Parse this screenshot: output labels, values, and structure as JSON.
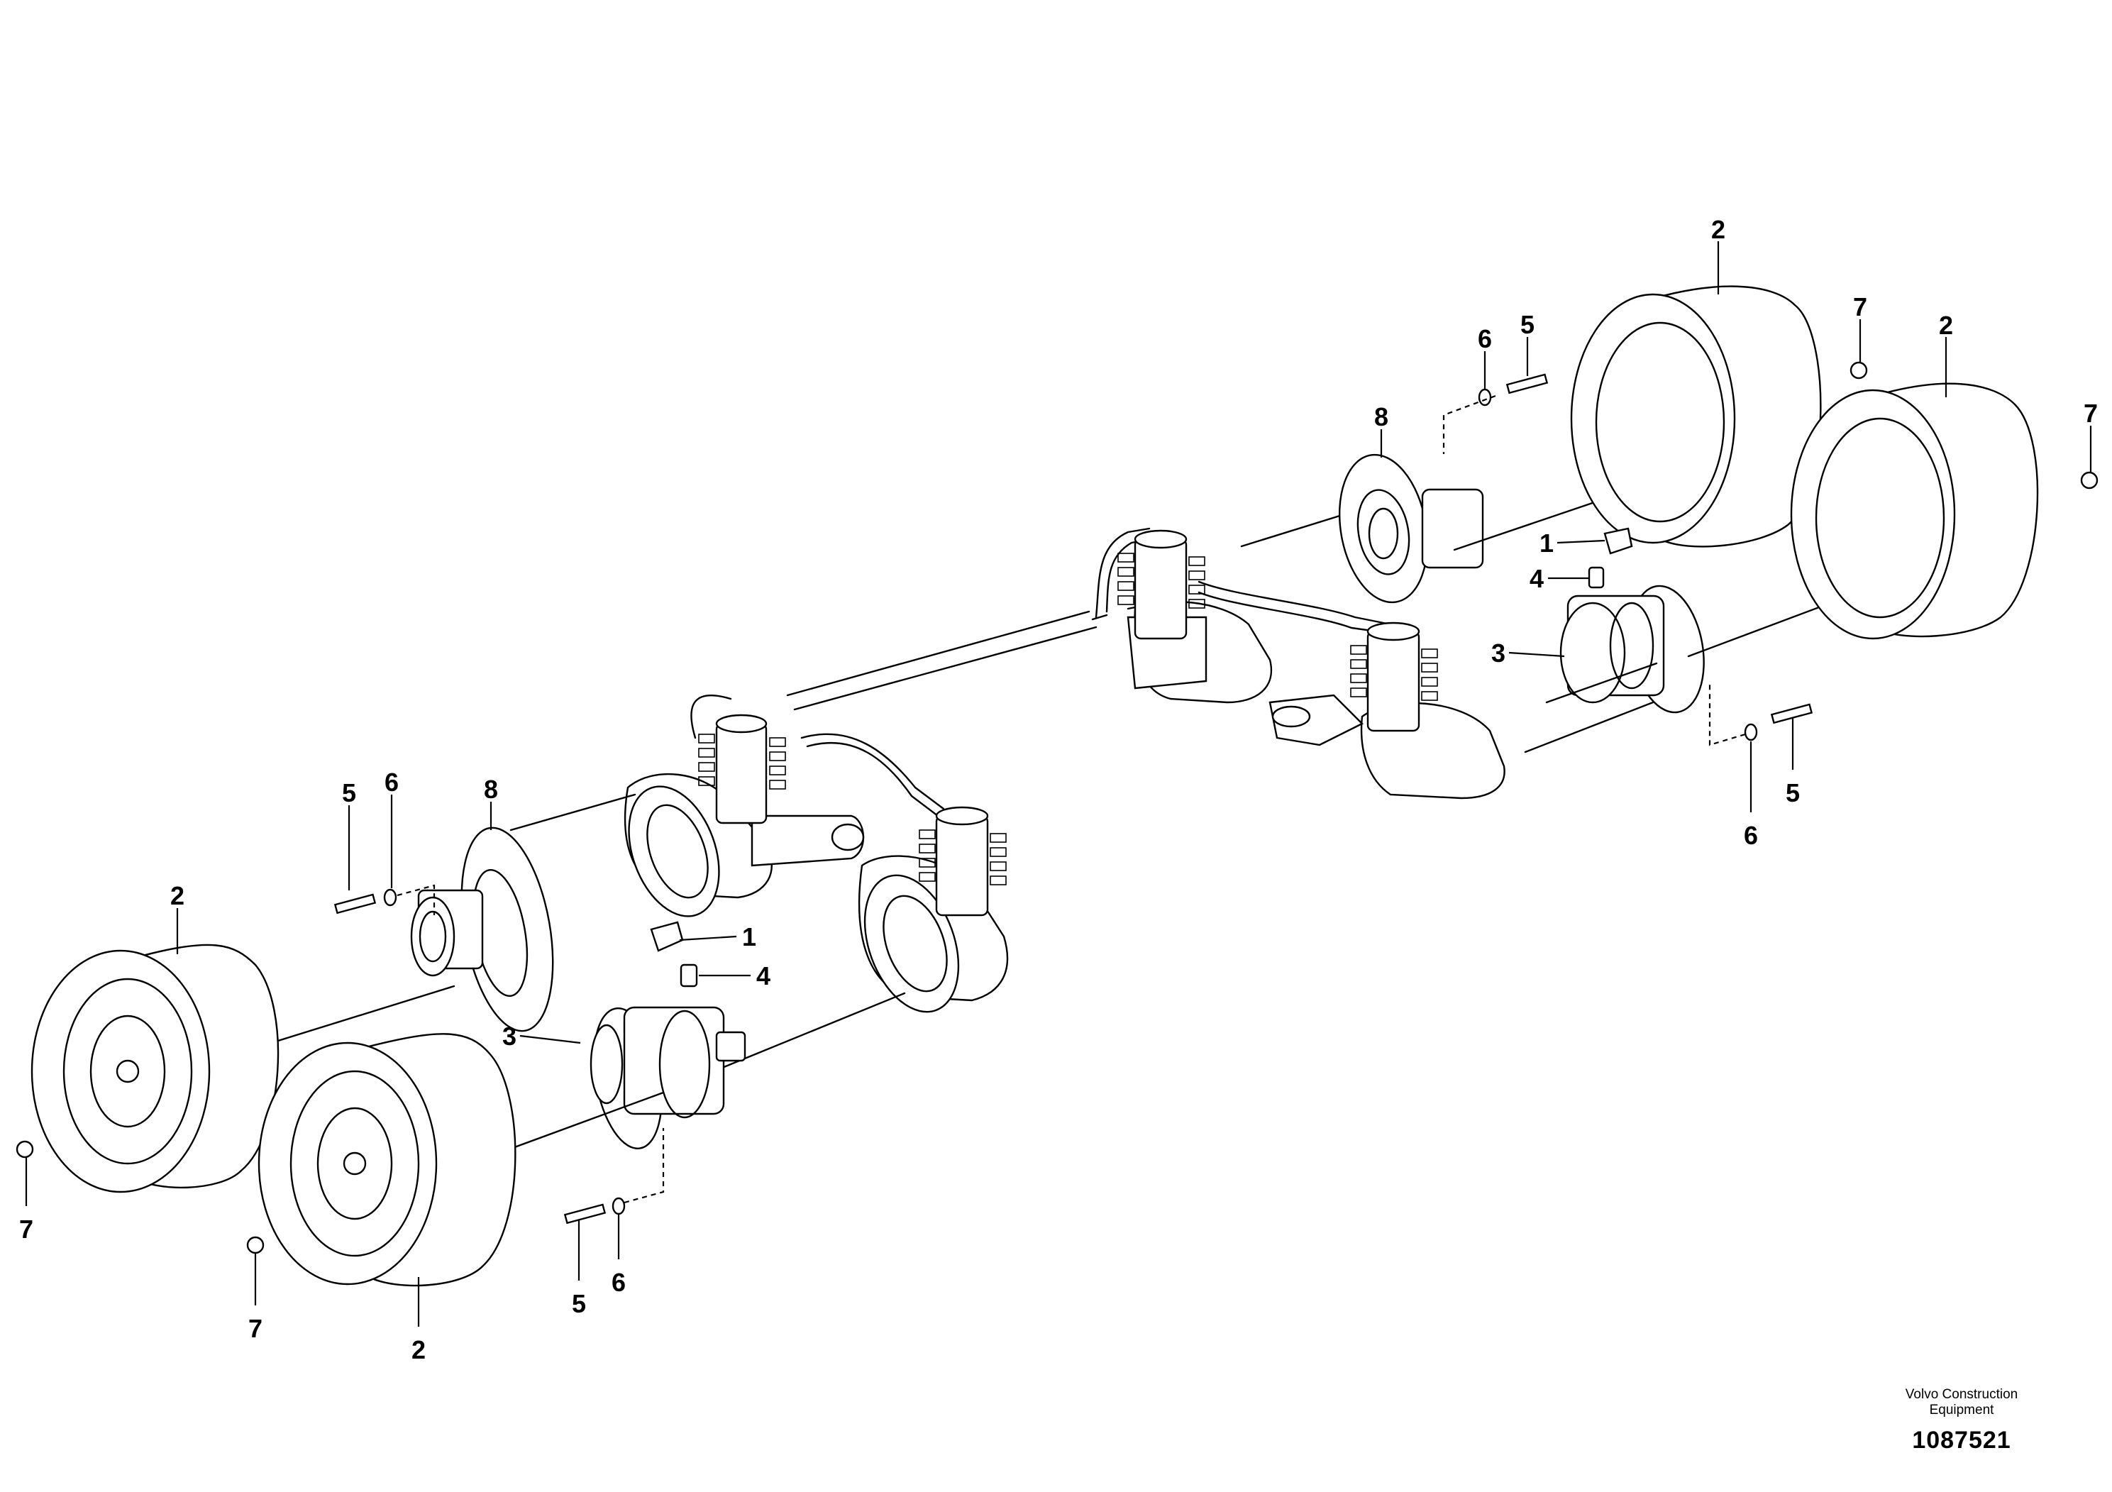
{
  "callout_labels": {
    "c1": "1",
    "c2": "2",
    "c3": "3",
    "c4": "4",
    "c5": "5",
    "c6": "6",
    "c7": "7",
    "c8": "8"
  },
  "footer": {
    "brand_line1": "Volvo Construction",
    "brand_line2": "Equipment",
    "drawing_number": "1087521"
  }
}
